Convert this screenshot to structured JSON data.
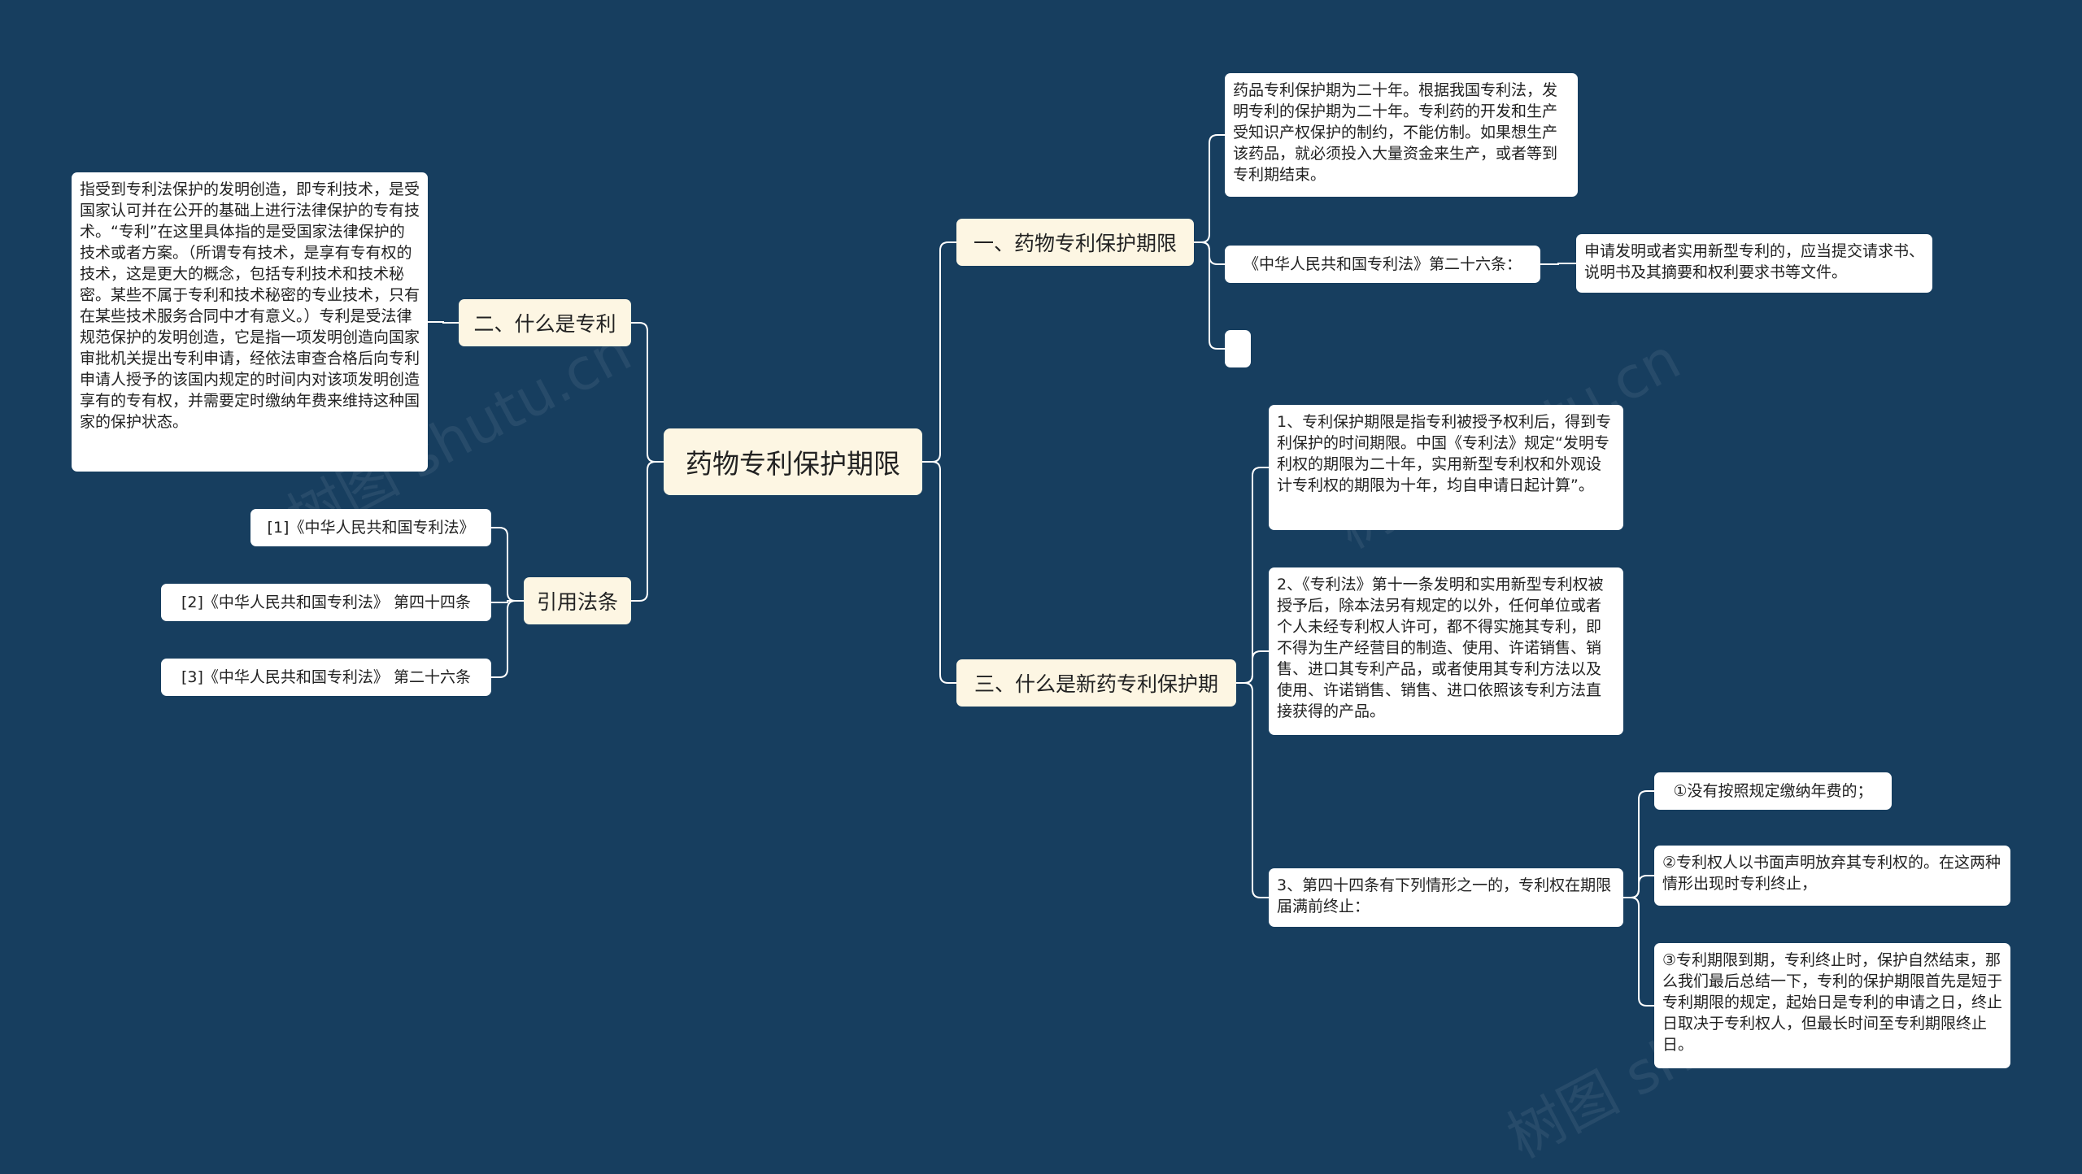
{
  "root": {
    "label": "药物专利保护期限"
  },
  "branches": {
    "b1": {
      "label": "一、药物专利保护期限"
    },
    "b2": {
      "label": "二、什么是专利"
    },
    "b3": {
      "label": "三、什么是新药专利保护期"
    },
    "b4": {
      "label": "引用法条"
    }
  },
  "leaves": {
    "b1_desc": "药品专利保护期为二十年。根据我国专利法，发明专利的保护期为二十年。专利药的开发和生产受知识产权保护的制约，不能仿制。如果想生产该药品，就必须投入大量资金来生产，或者等到专利期结束。",
    "b1_law": "《中华人民共和国专利法》第二十六条：",
    "b1_law_text": "申请发明或者实用新型专利的，应当提交请求书、说明书及其摘要和权利要求书等文件。",
    "b1_empty": "",
    "b2_desc": "指受到专利法保护的发明创造，即专利技术，是受国家认可并在公开的基础上进行法律保护的专有技术。“专利”在这里具体指的是受国家法律保护的技术或者方案。（所谓专有技术，是享有专有权的技术，这是更大的概念，包括专利技术和技术秘密。某些不属于专利和技术秘密的专业技术，只有在某些技术服务合同中才有意义。）专利是受法律规范保护的发明创造，它是指一项发明创造向国家审批机关提出专利申请，经依法审查合格后向专利申请人授予的该国内规定的时间内对该项发明创造享有的专有权，并需要定时缴纳年费来维持这种国家的保护状态。",
    "b3_item1": "1、专利保护期限是指专利被授予权利后，得到专利保护的时间期限。中国《专利法》规定“发明专利权的期限为二十年，实用新型专利权和外观设计专利权的期限为十年，均自申请日起计算”。",
    "b3_item2": "2、《专利法》第十一条发明和实用新型专利权被授予后，除本法另有规定的以外，任何单位或者个人未经专利权人许可，都不得实施其专利，即不得为生产经营目的制造、使用、许诺销售、销售、进口其专利产品，或者使用其专利方法以及使用、许诺销售、销售、进口依照该专利方法直接获得的产品。",
    "b3_item3": "3、第四十四条有下列情形之一的，专利权在期限届满前终止：",
    "b3_sub1": "①没有按照规定缴纳年费的；",
    "b3_sub2": "②专利权人以书面声明放弃其专利权的。在这两种情形出现时专利终止，",
    "b3_sub3": "③专利期限到期，专利终止时，保护自然结束，那么我们最后总结一下，专利的保护期限首先是短于专利期限的规定，起始日是专利的申请之日，终止日取决于专利权人，但最长时间至专利期限终止日。",
    "b4_ref1": "[1]《中华人民共和国专利法》",
    "b4_ref2": "[2]《中华人民共和国专利法》 第四十四条",
    "b4_ref3": "[3]《中华人民共和国专利法》 第二十六条"
  },
  "watermark": "树图 shutu.cn",
  "colors": {
    "background": "#173e5f",
    "connector": "#ffffff",
    "branch_fill": "#fdf6e3",
    "leaf_fill": "#ffffff"
  }
}
